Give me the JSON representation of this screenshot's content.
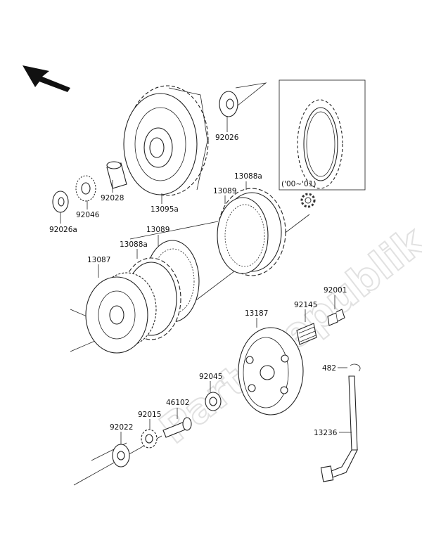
{
  "watermark": "PartsRepublik",
  "inset_label": "('00~'01)",
  "labels": {
    "p92026": "92026",
    "p92028": "92028",
    "p13095a": "13095a",
    "p92046": "92046",
    "p92026a": "92026a",
    "p13088a_top": "13088a",
    "p13089_top": "13089",
    "p13089_mid": "13089",
    "p13088a_mid": "13088a",
    "p13087": "13087",
    "p92001": "92001",
    "p92145": "92145",
    "p13187": "13187",
    "p482": "482",
    "p92045": "92045",
    "p46102": "46102",
    "p92015": "92015",
    "p92022": "92022",
    "p13236": "13236"
  },
  "icons": [
    "direction-arrow-icon",
    "gear-symbol-icon"
  ]
}
